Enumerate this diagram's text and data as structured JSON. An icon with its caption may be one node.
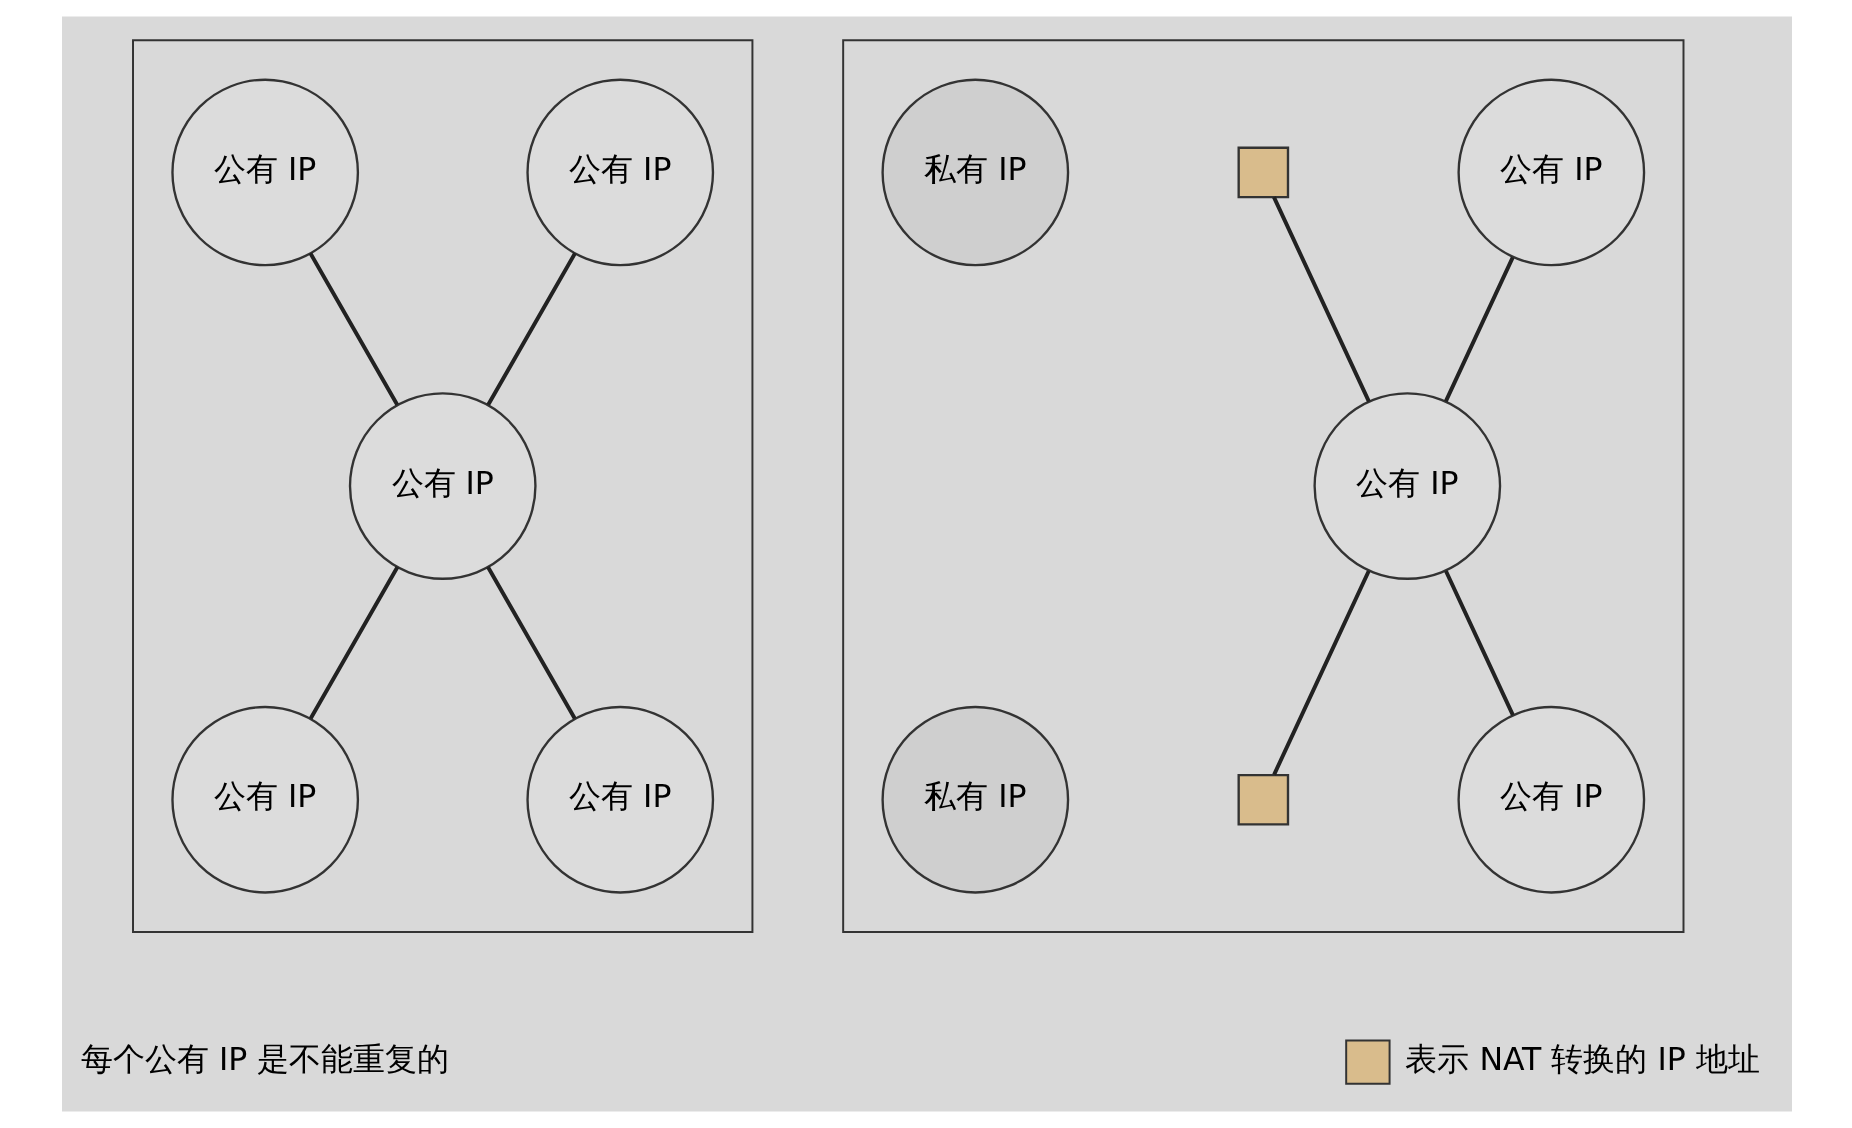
{
  "diagram": {
    "nodes": [
      {
        "text": [],
        "shape": "box"
      },
      {
        "text": [
          "公有 IP"
        ],
        "in": 0
      },
      {
        "text": [
          "公有 IP"
        ],
        "in": 0
      },
      {
        "text": [
          "公有 IP"
        ],
        "in": 0
      },
      {
        "text": [
          "公有 IP"
        ],
        "in": 0
      },
      {
        "text": [
          "公有 IP"
        ],
        "in": 0
      },
      {
        "text": [],
        "shape": "box"
      },
      {
        "text": [
          "私有 IP"
        ],
        "in": 6
      },
      {
        "text": [],
        "shape": "box",
        "in": 6
      },
      {
        "text": [
          "公有 IP"
        ],
        "in": 6
      },
      {
        "text": [
          "公有 IP"
        ],
        "in": 6
      },
      {
        "text": [],
        "shape": "box",
        "in": 6
      },
      {
        "text": [
          "私有 IP"
        ],
        "in": 6
      },
      {
        "text": [
          "公有 IP"
        ],
        "in": 6
      }
    ],
    "edges": [
      {
        "from": 1,
        "to": 3,
        "arrow": "none"
      },
      {
        "from": 2,
        "to": 3,
        "arrow": "none"
      },
      {
        "from": 3,
        "to": 4,
        "arrow": "none"
      },
      {
        "from": 3,
        "to": 5,
        "arrow": "none"
      },
      {
        "from": 8,
        "to": 10,
        "arrow": "none"
      },
      {
        "from": 9,
        "to": 10,
        "arrow": "none"
      },
      {
        "from": 10,
        "to": 11,
        "arrow": "none"
      },
      {
        "from": 10,
        "to": 13,
        "arrow": "none"
      }
    ],
    "labels": [
      "每个公有 IP 是不能重复的"
    ],
    "legend": [
      {
        "text": "表示 NAT 转换的 IP 地址",
        "color": "#d9bc8c"
      }
    ]
  }
}
